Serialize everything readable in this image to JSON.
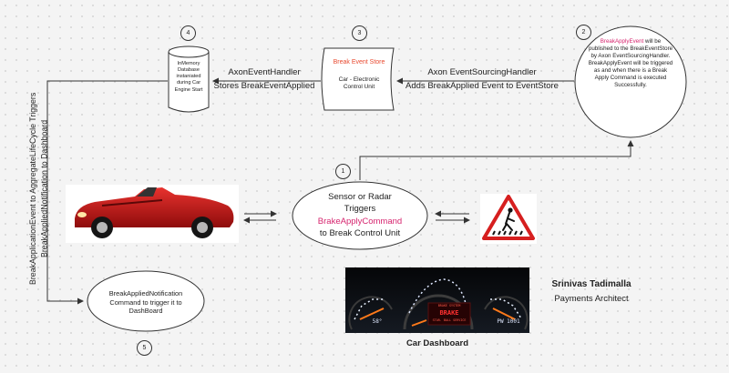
{
  "colors": {
    "highlight": "#d6246e",
    "store_title": "#e8492f",
    "line": "#333333"
  },
  "badges": [
    "1",
    "2",
    "3",
    "4",
    "5"
  ],
  "db": {
    "lines": [
      "InMemory",
      "Database",
      "instaniated",
      "during Car",
      "Engine Start"
    ]
  },
  "store": {
    "title": "Break Event Store",
    "subtitle_1": "Car - Electronic",
    "subtitle_2": "Control Unit"
  },
  "edge_db_store": {
    "line1": "AxonEventHandler",
    "line2": "Stores BreakEventApplied"
  },
  "edge_store_note": {
    "line1": "Axon EventSourcingHandler",
    "line2": "Adds BreakApplied Event to EventStore"
  },
  "note": {
    "highlight": "BreakApplyEvent",
    "rest_1": " will be published to the BreakEventStore by Axon EventSourcingHandler.",
    "rest_2": "BreakApplyEvent will be triggered as and when there is a Break Apply Command is executed Successfully."
  },
  "sensor": {
    "line1": "Sensor or Radar",
    "line2": "Triggers",
    "command": "BrakeApplyCommand",
    "line4": "to Break Control Unit"
  },
  "vertical_label": {
    "line1": "BreakApplicationEvent to AggregateLifeCycle Triggers",
    "line2": "BreakAppliedNotification to Dashboard"
  },
  "notification": {
    "line1": "BreakAppliedNotification",
    "line2": "Command to trigger it to",
    "line3": "DashBoard"
  },
  "dashboard": {
    "caption": "Car Dashboard",
    "gauge_left": "58°",
    "gauge_right": "PW 1001",
    "warn_1": "BRAKE SYSTEM",
    "warn_main": "BRAKE",
    "warn_2": "STAR. BALL SERVICE"
  },
  "author": {
    "name": "Srinivas Tadimalla",
    "role": "Payments Architect"
  }
}
